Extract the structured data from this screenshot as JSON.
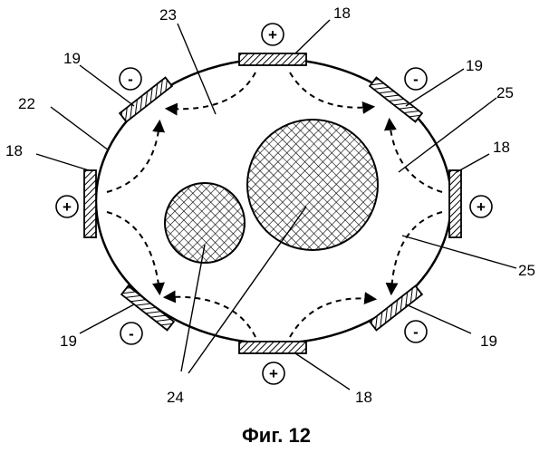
{
  "figure": {
    "caption": "Фиг. 12",
    "labels": {
      "electrode_top": "18",
      "electrode_left": "18",
      "electrode_right": "18",
      "electrode_bottom": "18",
      "neg_top_left": "19",
      "neg_top_right": "19",
      "neg_bottom_left": "19",
      "neg_bottom_right": "19",
      "container": "22",
      "chamber": "23",
      "particles": "24",
      "flow_upper": "25",
      "flow_lower": "25"
    },
    "signs": {
      "positive": "+",
      "negative": "-"
    }
  }
}
